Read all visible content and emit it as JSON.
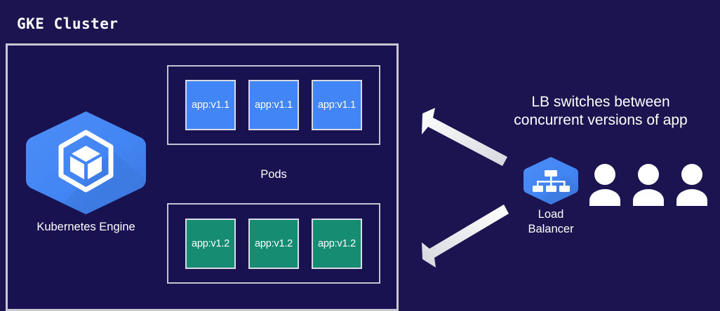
{
  "diagram": {
    "title": "GKE Cluster",
    "background_color": "#1b1450",
    "border_color": "#c7c8d4"
  },
  "cluster": {
    "title": "GKE Cluster",
    "engine": {
      "label": "Kubernetes Engine",
      "icon": "kubernetes-engine-hexagon-icon",
      "hex_color": "#4285f4"
    },
    "pods_label": "Pods",
    "pod_groups": [
      {
        "version": "v1.1",
        "color": "#4285f4",
        "pods": [
          "app:v1.1",
          "app:v1.1",
          "app:v1.1"
        ]
      },
      {
        "version": "v1.2",
        "color": "#168d73",
        "pods": [
          "app:v1.2",
          "app:v1.2",
          "app:v1.2"
        ]
      }
    ]
  },
  "annotation": {
    "line1": "LB switches between",
    "line2": "concurrent versions of app"
  },
  "load_balancer": {
    "label_line1": "Load",
    "label_line2": "Balancer",
    "icon": "load-balancer-hierarchy-icon",
    "hex_color": "#4285f4"
  },
  "users": {
    "count": 3,
    "icon": "user-person-icon",
    "color": "#ffffff"
  },
  "arrows": [
    {
      "name": "arrow-to-v1-1-pods",
      "direction": "up-left",
      "color": "#f0f0f2"
    },
    {
      "name": "arrow-to-v1-2-pods",
      "direction": "down-left",
      "color": "#f0f0f2"
    }
  ]
}
